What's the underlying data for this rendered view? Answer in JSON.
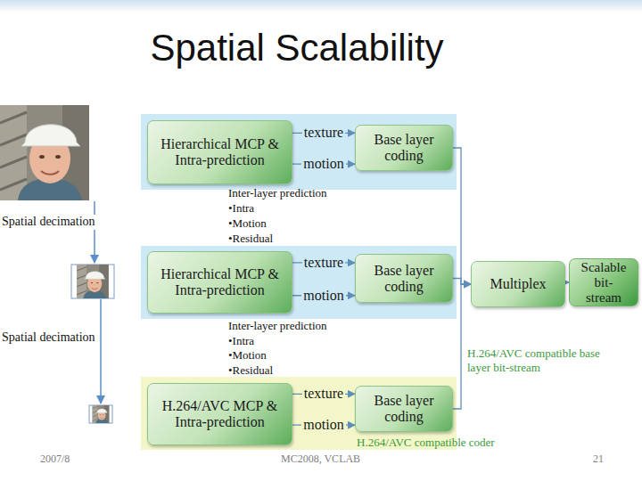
{
  "diagram": {
    "title": "Spatial Scalability",
    "nodes": [
      {
        "text": [
          "Hierarchical MCP & Intra-prediction"
        ]
      },
      {
        "text": [
          "Base layer coding"
        ]
      },
      {
        "text": [
          "Hierarchical MCP & Intra-prediction"
        ]
      },
      {
        "text": [
          "Base layer coding"
        ]
      },
      {
        "text": [
          "H.264/AVC MCP & Intra-prediction"
        ]
      },
      {
        "text": [
          "Base layer coding"
        ]
      },
      {
        "text": [
          "Multiplex"
        ]
      },
      {
        "text": [
          "Scalable bit-stream"
        ]
      }
    ],
    "edges": [
      {
        "from": 0,
        "to": 1,
        "label": "texture",
        "arrow": "to"
      },
      {
        "from": 0,
        "to": 1,
        "label": "motion",
        "arrow": "to"
      },
      {
        "from": 2,
        "to": 3,
        "label": "texture",
        "arrow": "to"
      },
      {
        "from": 2,
        "to": 3,
        "label": "motion",
        "arrow": "to"
      },
      {
        "from": 4,
        "to": 5,
        "label": "texture",
        "arrow": "to"
      },
      {
        "from": 4,
        "to": 5,
        "label": "motion",
        "arrow": "to"
      },
      {
        "from": 1,
        "to": 6,
        "arrow": "to"
      },
      {
        "from": 3,
        "to": 6,
        "arrow": "to"
      },
      {
        "from": 5,
        "to": 6,
        "arrow": "to"
      },
      {
        "from": 6,
        "to": 7,
        "arrow": "to"
      }
    ],
    "labels": [
      "Inter-layer prediction",
      "•Intra",
      "•Motion",
      "•Residual",
      "Spatial decimation",
      "Inter-layer prediction",
      "•Intra",
      "•Motion",
      "•Residual",
      "Spatial decimation",
      "H.264/AVC compatible base layer bit-stream",
      "H.264/AVC compatible coder",
      "2007/8",
      "MC2008, VCLAB",
      "21"
    ]
  }
}
